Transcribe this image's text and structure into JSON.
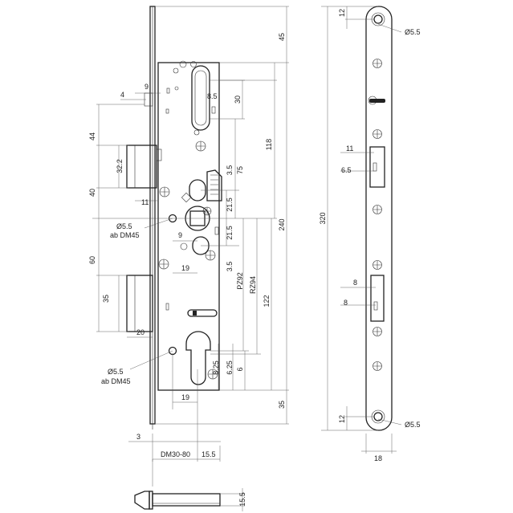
{
  "dims": {
    "d45": "45",
    "d9": "9",
    "d4": "4",
    "d8_5": "8.5",
    "d30": "30",
    "d44": "44",
    "d32_2": "32.2",
    "d3_5a": "3.5",
    "d75": "75",
    "d118": "118",
    "d40": "40",
    "d11a": "11",
    "d21_5a": "21.5",
    "d240": "240",
    "d5_5a": "Ø5.5",
    "ab_dm45a": "ab DM45",
    "d9b": "9",
    "d21_5b": "21.5",
    "d60": "60",
    "d19a": "19",
    "d3_5b": "3.5",
    "pz92": "PZ92",
    "rz94": "RZ94",
    "d35a": "35",
    "d122": "122",
    "d20": "20",
    "d5_5b": "Ø5.5",
    "ab_dm45b": "ab DM45",
    "d8_25": "8.25",
    "d6_25": "6.25",
    "d6": "6",
    "d19b": "19",
    "d35b": "35",
    "d3": "3",
    "dm30_80": "DM30-80",
    "d15_5a": "15.5",
    "d15_5b": "15.5",
    "r12a": "12",
    "r5_5a": "Ø5.5",
    "r11": "11",
    "r6_5": "6.5",
    "r320": "320",
    "r8a": "8",
    "r8b": "8",
    "r12b": "12",
    "r5_5b": "Ø5.5",
    "r18": "18"
  }
}
